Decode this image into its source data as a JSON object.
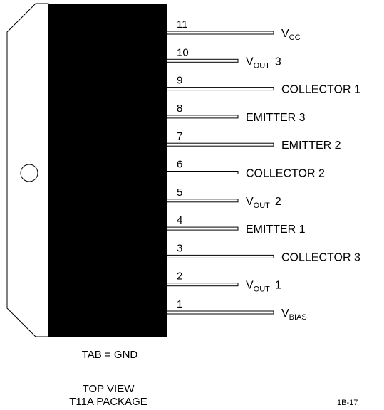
{
  "package": {
    "tab_label": "TAB = GND",
    "view_label": "TOP VIEW",
    "package_label": "T11A PACKAGE",
    "figure_code": "1B-17"
  },
  "pins": [
    {
      "number": "11",
      "label": "V",
      "sub": "CC",
      "suffix": "",
      "length": "long"
    },
    {
      "number": "10",
      "label": "V",
      "sub": "OUT",
      "suffix": "3",
      "length": "short"
    },
    {
      "number": "9",
      "label": "COLLECTOR 1",
      "sub": "",
      "suffix": "",
      "length": "long"
    },
    {
      "number": "8",
      "label": "EMITTER 3",
      "sub": "",
      "suffix": "",
      "length": "short"
    },
    {
      "number": "7",
      "label": "EMITTER 2",
      "sub": "",
      "suffix": "",
      "length": "long"
    },
    {
      "number": "6",
      "label": "COLLECTOR 2",
      "sub": "",
      "suffix": "",
      "length": "short"
    },
    {
      "number": "5",
      "label": "V",
      "sub": "OUT",
      "suffix": "2",
      "length": "short"
    },
    {
      "number": "4",
      "label": "EMITTER 1",
      "sub": "",
      "suffix": "",
      "length": "short"
    },
    {
      "number": "3",
      "label": "COLLECTOR 3",
      "sub": "",
      "suffix": "",
      "length": "long"
    },
    {
      "number": "2",
      "label": "V",
      "sub": "OUT",
      "suffix": "1",
      "length": "short"
    },
    {
      "number": "1",
      "label": "V",
      "sub": "BIAS",
      "suffix": "",
      "length": "long"
    }
  ]
}
